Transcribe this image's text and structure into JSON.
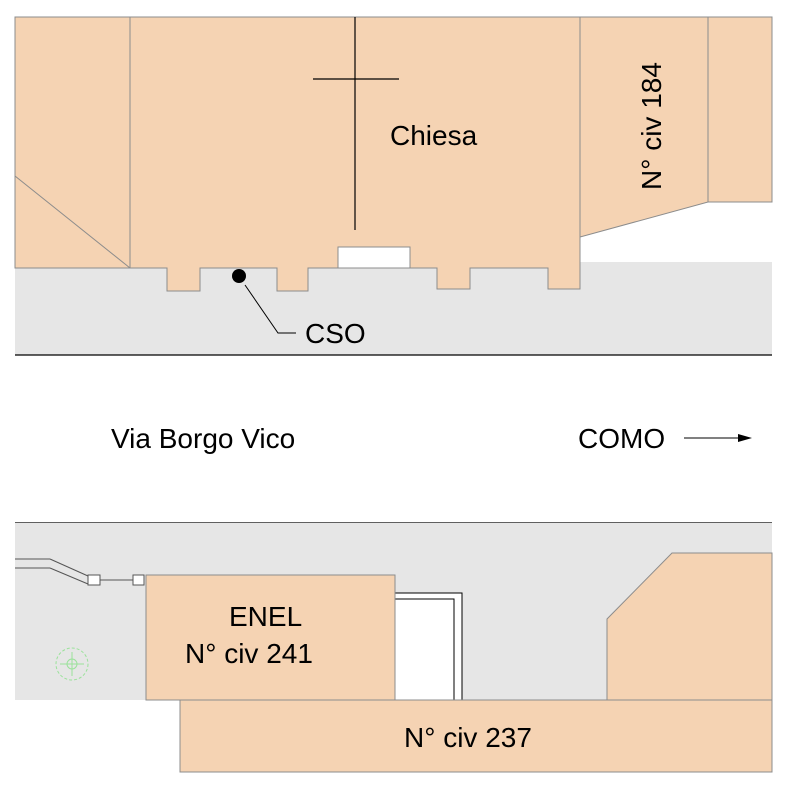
{
  "labels": {
    "church": "Chiesa",
    "civ184": "N° civ 184",
    "cso": "CSO",
    "street": "Via Borgo Vico",
    "direction": "COMO",
    "enel": "ENEL",
    "civ241": "N° civ 241",
    "civ237": "N° civ 237"
  },
  "colors": {
    "building": "#f5d3b3",
    "sidewalk": "#e6e6e6",
    "road": "#ffffff",
    "line": "#000000",
    "building_outline": "#8c8c8c",
    "tree": "#9be29b"
  },
  "icons": {
    "cso_marker": "filled-circle",
    "cross": "church-cross",
    "direction_arrow": "arrow-right",
    "tree": "tree-symbol"
  }
}
